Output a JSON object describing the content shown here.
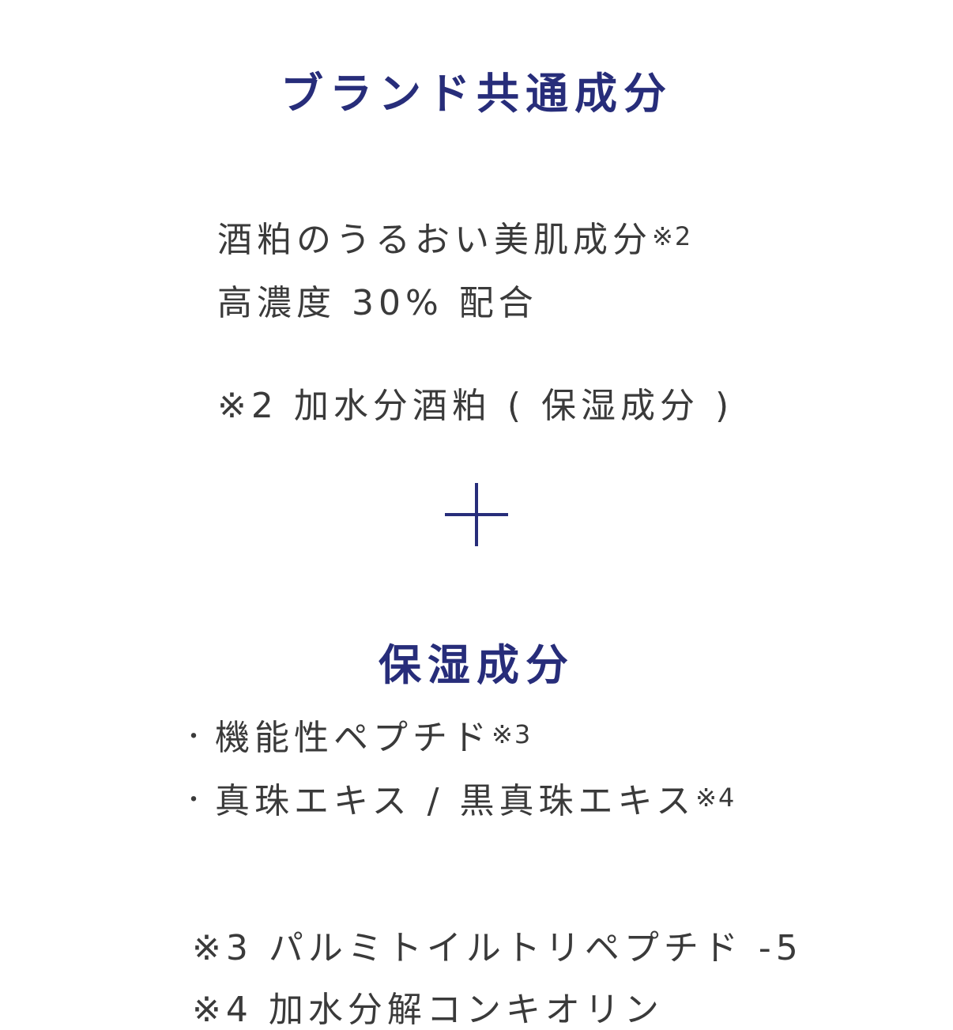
{
  "brand_section": {
    "heading": "ブランド共通成分",
    "line1": "酒粕のうるおい美肌成分",
    "line1_mark": "※2",
    "line2": "高濃度 30% 配合",
    "note": "※2 加水分酒粕 ( 保湿成分 )"
  },
  "plus_symbol": "plus-icon",
  "moisture_section": {
    "heading": "保湿成分",
    "items": [
      {
        "bullet": "・",
        "label": "機能性ペプチド",
        "mark": "※3"
      },
      {
        "bullet": "・",
        "label": "真珠エキス / 黒真珠エキス",
        "mark": "※4"
      }
    ],
    "notes": [
      "※3 パルミトイルトリペプチド -5",
      "※4 加水分解コンキオリン"
    ]
  },
  "colors": {
    "accent": "#272d7a",
    "text": "#3a3a3a",
    "background": "#ffffff"
  }
}
